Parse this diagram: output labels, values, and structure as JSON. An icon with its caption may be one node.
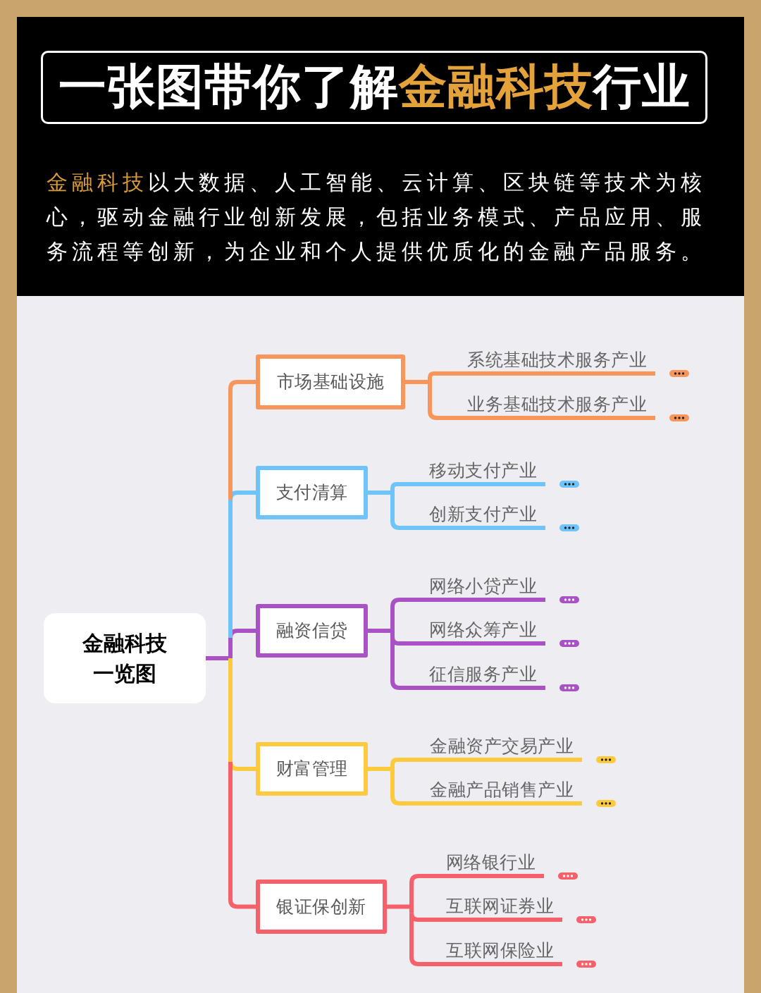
{
  "diagram": {
    "title": "一张图带你了解**金融科技**行业",
    "nodes": [
      {
        "text": [
          "金融科技一览图"
        ]
      },
      {
        "text": [
          "市场基础设施"
        ]
      },
      {
        "text": [
          "系统基础技术服务产业"
        ]
      },
      {
        "text": [
          "业务基础技术服务产业"
        ]
      },
      {
        "text": [
          "支付清算"
        ]
      },
      {
        "text": [
          "移动支付产业"
        ]
      },
      {
        "text": [
          "创新支付产业"
        ]
      },
      {
        "text": [
          "融资信贷"
        ]
      },
      {
        "text": [
          "网络小贷产业"
        ]
      },
      {
        "text": [
          "网络众筹产业"
        ]
      },
      {
        "text": [
          "征信服务产业"
        ]
      },
      {
        "text": [
          "财富管理"
        ]
      },
      {
        "text": [
          "金融资产交易产业"
        ]
      },
      {
        "text": [
          "金融产品销售产业"
        ]
      },
      {
        "text": [
          "银证保创新"
        ]
      },
      {
        "text": [
          "网络银行业"
        ]
      },
      {
        "text": [
          "互联网证券业"
        ]
      },
      {
        "text": [
          "互联网保险业"
        ]
      }
    ],
    "edges": [
      {
        "from": 0,
        "to": 1,
        "arrow": "none",
        "color": "#f7955b"
      },
      {
        "from": 1,
        "to": 2,
        "arrow": "none",
        "color": "#f7955b"
      },
      {
        "from": 1,
        "to": 3,
        "arrow": "none",
        "color": "#f7955b"
      },
      {
        "from": 0,
        "to": 4,
        "arrow": "none",
        "color": "#6ec3f8"
      },
      {
        "from": 4,
        "to": 5,
        "arrow": "none",
        "color": "#6ec3f8"
      },
      {
        "from": 4,
        "to": 6,
        "arrow": "none",
        "color": "#6ec3f8"
      },
      {
        "from": 0,
        "to": 7,
        "arrow": "none",
        "color": "#a952c6"
      },
      {
        "from": 7,
        "to": 8,
        "arrow": "none",
        "color": "#a952c6"
      },
      {
        "from": 7,
        "to": 9,
        "arrow": "none",
        "color": "#a952c6"
      },
      {
        "from": 7,
        "to": 10,
        "arrow": "none",
        "color": "#a952c6"
      },
      {
        "from": 0,
        "to": 11,
        "arrow": "none",
        "color": "#fcca3c"
      },
      {
        "from": 11,
        "to": 12,
        "arrow": "none",
        "color": "#fcca3c"
      },
      {
        "from": 11,
        "to": 13,
        "arrow": "none",
        "color": "#fcca3c"
      },
      {
        "from": 0,
        "to": 14,
        "arrow": "none",
        "color": "#f5606b"
      },
      {
        "from": 14,
        "to": 15,
        "arrow": "none",
        "color": "#f5606b"
      },
      {
        "from": 14,
        "to": 16,
        "arrow": "none",
        "color": "#f5606b"
      },
      {
        "from": 14,
        "to": 17,
        "arrow": "none",
        "color": "#f5606b"
      }
    ],
    "labels": [
      "**金融科技**以大数据、人工智能、云计算、区块链等技术为核心，驱动金融行业创新发展，包括业务模式、产品应用、服务流程等创新，为企业和个人提供优质化的金融产品服务。"
    ]
  }
}
